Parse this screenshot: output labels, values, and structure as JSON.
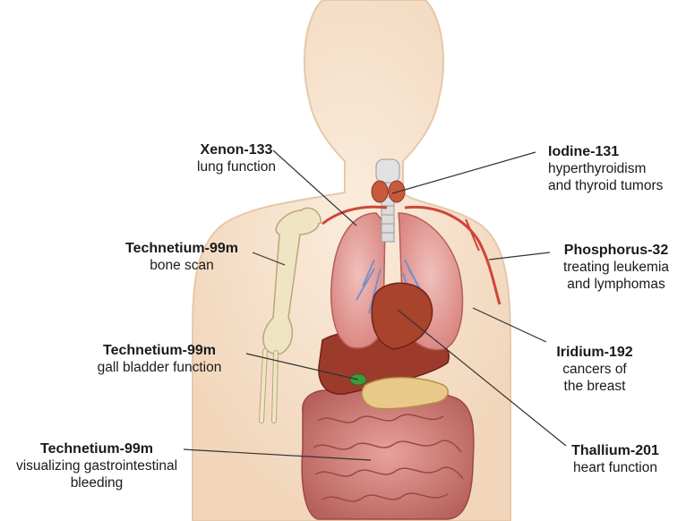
{
  "labels": {
    "xenon": {
      "isotope": "Xenon-133",
      "use": [
        "lung function"
      ]
    },
    "iodine": {
      "isotope": "Iodine-131",
      "use": [
        "hyperthyroidism",
        "and thyroid tumors"
      ]
    },
    "tc_bone": {
      "isotope": "Technetium-99m",
      "use": [
        "bone scan"
      ]
    },
    "phosphorus": {
      "isotope": "Phosphorus-32",
      "use": [
        "treating leukemia",
        "and lymphomas"
      ]
    },
    "tc_gall": {
      "isotope": "Technetium-99m",
      "use": [
        "gall bladder function"
      ]
    },
    "iridium": {
      "isotope": "Iridium-192",
      "use": [
        "cancers of",
        "the breast"
      ]
    },
    "tc_gi": {
      "isotope": "Technetium-99m",
      "use": [
        "visualizing gastrointestinal",
        "bleeding"
      ]
    },
    "thallium": {
      "isotope": "Thallium-201",
      "use": [
        "heart function"
      ]
    }
  },
  "colors": {
    "skin": "#f6e3cf",
    "skin_edge": "#e9cfb4",
    "lung": "#e8a7a3",
    "liver": "#9c3b2c",
    "heart": "#a8432c",
    "intestine": "#d98a86",
    "bone": "#efe4c3",
    "pancreas": "#e9c98a",
    "artery": "#d0453a",
    "trachea": "#dcdcdc"
  }
}
